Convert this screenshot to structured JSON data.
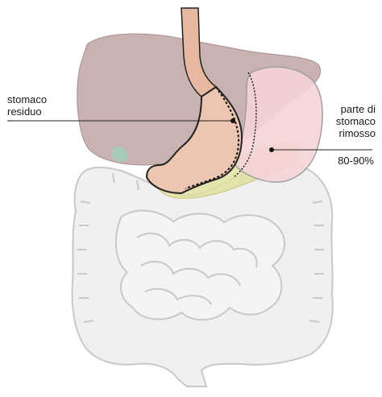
{
  "labels": {
    "residual_stomach": [
      "stomaco",
      "residuo"
    ],
    "removed_stomach": [
      "parte di",
      "stomaco",
      "rimosso"
    ],
    "removed_percentage": "80-90%"
  },
  "colors": {
    "liver": "#bfa6a4",
    "esophagus": "#e6b9a0",
    "removed_stomach_fill": "#f5d3d6",
    "pancreas": "#e0dfa0",
    "intestines": "#f0f0f0",
    "intestine_outline": "#c8c8c8",
    "outline": "#222222"
  }
}
